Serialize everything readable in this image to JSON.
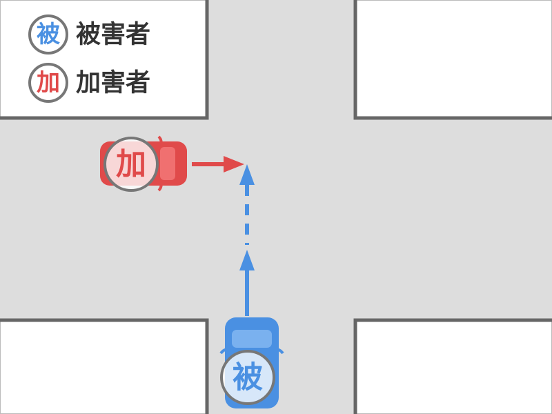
{
  "legend": {
    "victim": {
      "badge": "被",
      "label": "被害者"
    },
    "offender": {
      "badge": "加",
      "label": "加害者"
    }
  },
  "vehicles": {
    "offender": {
      "badge": "加",
      "heading": "east",
      "movement": "straight"
    },
    "victim": {
      "badge": "被",
      "heading": "north",
      "movement": "straight"
    }
  },
  "colors": {
    "road": "#dddddd",
    "curb": "#666666",
    "victim": "#4a90e2",
    "offender": "#e04a4a",
    "badge_ring": "#777777"
  }
}
